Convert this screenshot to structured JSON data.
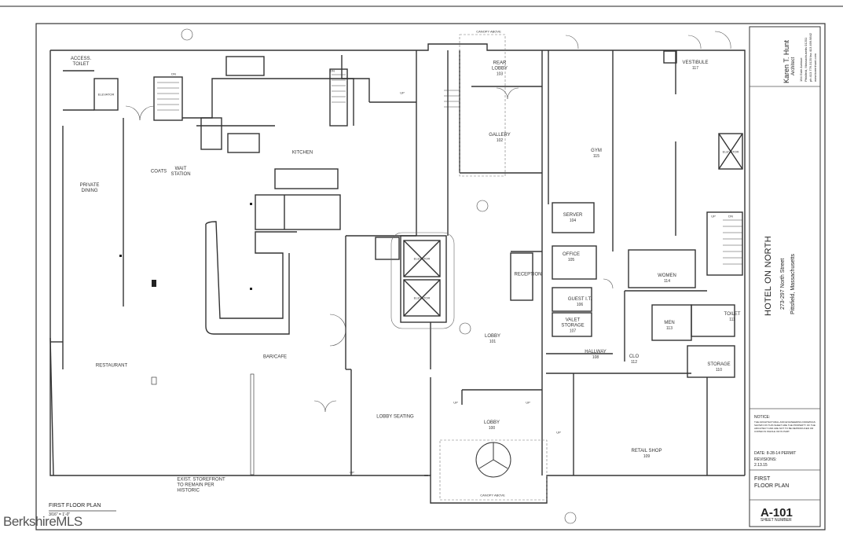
{
  "plan": {
    "rooms": [
      {
        "id": "access-toilet",
        "name": "ACCESS.\nTOILET",
        "number": ""
      },
      {
        "id": "elevator-west",
        "name": "ELEVATOR",
        "number": ""
      },
      {
        "id": "private-dining",
        "name": "PRIVATE\nDINING",
        "number": ""
      },
      {
        "id": "coats",
        "name": "COATS",
        "number": ""
      },
      {
        "id": "wait-station",
        "name": "WAIT\nSTATION",
        "number": ""
      },
      {
        "id": "kitchen",
        "name": "KITCHEN",
        "number": ""
      },
      {
        "id": "restaurant",
        "name": "RESTAURANT",
        "number": ""
      },
      {
        "id": "bar-cafe",
        "name": "BAR/CAFE",
        "number": ""
      },
      {
        "id": "lobby-seating",
        "name": "LOBBY SEATING",
        "number": ""
      },
      {
        "id": "rear-lobby",
        "name": "REAR\nLOBBY",
        "number": "103"
      },
      {
        "id": "gallery",
        "name": "GALLERY",
        "number": "102"
      },
      {
        "id": "gym",
        "name": "GYM",
        "number": "115"
      },
      {
        "id": "vestibule",
        "name": "VESTIBULE",
        "number": "117"
      },
      {
        "id": "elevator-east",
        "name": "ELEVATOR",
        "number": ""
      },
      {
        "id": "server",
        "name": "SERVER",
        "number": "104"
      },
      {
        "id": "office",
        "name": "OFFICE",
        "number": "105"
      },
      {
        "id": "reception",
        "name": "RECEPTION",
        "number": ""
      },
      {
        "id": "guest-lt",
        "name": "GUEST I.T.",
        "number": "106"
      },
      {
        "id": "valet-storage",
        "name": "VALET\nSTORAGE",
        "number": "107"
      },
      {
        "id": "lobby-101",
        "name": "LOBBY",
        "number": "101"
      },
      {
        "id": "lobby-100",
        "name": "LOBBY",
        "number": "100"
      },
      {
        "id": "women",
        "name": "WOMEN",
        "number": "114"
      },
      {
        "id": "men",
        "name": "MEN",
        "number": "113"
      },
      {
        "id": "toilet",
        "name": "TOILET",
        "number": "111"
      },
      {
        "id": "hallway",
        "name": "HALLWAY",
        "number": "108"
      },
      {
        "id": "clo",
        "name": "CLO",
        "number": "112"
      },
      {
        "id": "storage",
        "name": "STORAGE",
        "number": "110"
      },
      {
        "id": "retail-shop",
        "name": "RETAIL SHOP",
        "number": "109"
      },
      {
        "id": "elevator-1",
        "name": "ELEVATOR",
        "number": ""
      },
      {
        "id": "elevator-2",
        "name": "ELEVATOR",
        "number": ""
      }
    ],
    "annotations": {
      "canopy_above_top": "CANOPY ABOVE",
      "canopy_above_bottom": "CANOPY ABOVE",
      "storefront_note": "EXIST. STOREFRONT\nTO REMAIN PER\nHISTORIC",
      "up": "UP",
      "dn": "DN"
    },
    "drawing_title": "FIRST FLOOR PLAN",
    "drawing_scale": "3/16\" = 1'-0\""
  },
  "title_block": {
    "architect_name": "Karen T. Hunt",
    "architect_title": "Architect",
    "architect_address_1": "194 Gale Avenue",
    "architect_address_2": "Pittsfield, Massachusetts 01201",
    "architect_contact": "ph 413.776.3120  fax 413.499.9842",
    "architect_web": "www.karenhunt.com",
    "project_name": "HOTEL ON NORTH",
    "project_address": "273-297 North Street",
    "project_city": "Pittsfield, Massachusetts",
    "notice_heading": "NOTICE:",
    "notice_text": "THE ARCHITECTURAL AND ENGINEERING DRAWINGS SHOWN ON THIS SHEET ARE THE PROPERTY OF THE ARCHITECT AND ARE NOT TO BE REPRODUCED OR COPIED IN WHOLE OR IN PART.",
    "date_label": "DATE: 8-28-14 PERMIT",
    "revisions_label": "REVISIONS:",
    "revision_1": "2.13.15",
    "sheet_title": "FIRST\nFLOOR PLAN",
    "sheet_number": "A-101",
    "sheet_number_label": "SHEET NUMBER"
  },
  "watermark": "BerkshireMLS"
}
